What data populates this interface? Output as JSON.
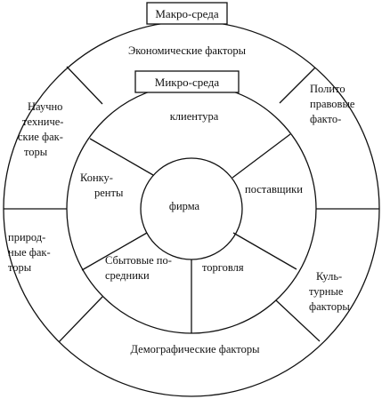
{
  "diagram": {
    "macro_label": "Макро-среда",
    "micro_label": "Микро-среда",
    "center_label": "фирма",
    "macro_factors": {
      "economic": "Экономические факторы",
      "political": [
        "Полито",
        "правовые",
        "факто-"
      ],
      "cultural": [
        "Куль-",
        "турные",
        "факторы"
      ],
      "demographic": "Демографические факторы",
      "natural": [
        "природ-",
        "ные фак-",
        "торы"
      ],
      "scientific": [
        "Научно",
        "техниче-",
        "ские фак-",
        "торы"
      ]
    },
    "micro_factors": {
      "clients": "клиентура",
      "suppliers": "поставщики",
      "trade": "торговля",
      "intermediaries": [
        "Сбытовые по-",
        "средники"
      ],
      "competitors": [
        "Конку-",
        "ренты"
      ]
    },
    "colors": {
      "stroke": "#111111",
      "background": "#ffffff"
    }
  }
}
